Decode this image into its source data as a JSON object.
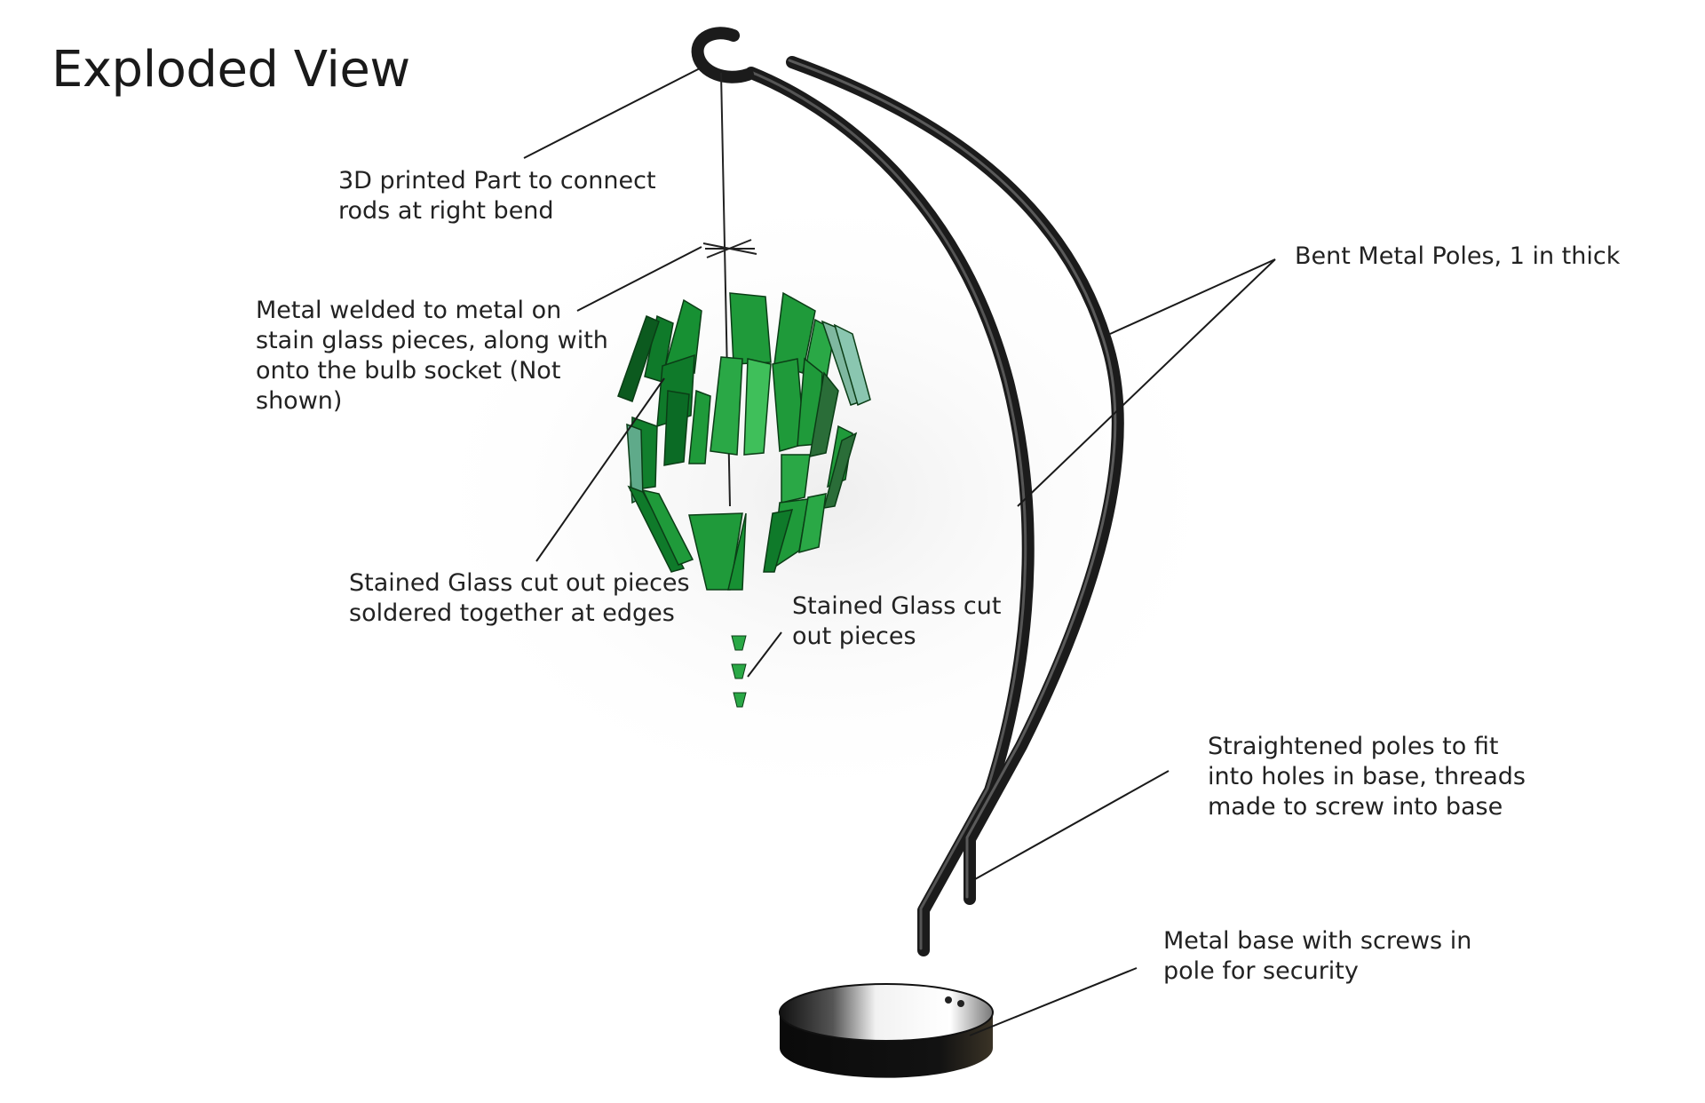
{
  "title": "Exploded View",
  "colors": {
    "background": "#ffffff",
    "pole": "#1b1b1b",
    "glass_dark": "#0f7a2a",
    "glass_mid": "#1f9a3a",
    "glass_light": "#3fbf5a",
    "leader": "#1a1a1a"
  },
  "callouts": {
    "connector": [
      "3D printed Part to connect",
      "rods at right bend"
    ],
    "weld": [
      "Metal welded to metal on",
      "stain glass pieces, along with",
      "onto the bulb socket (Not",
      "shown)"
    ],
    "soldered": [
      "Stained Glass cut out pieces",
      "soldered together at edges"
    ],
    "small_pieces": [
      "Stained Glass cut",
      "out pieces"
    ],
    "poles": [
      "Bent Metal Poles, 1 in thick"
    ],
    "straightened": [
      "Straightened poles to fit",
      "into holes in base, threads",
      "made to screw into base"
    ],
    "base": [
      "Metal base with screws in",
      "pole for security"
    ]
  }
}
